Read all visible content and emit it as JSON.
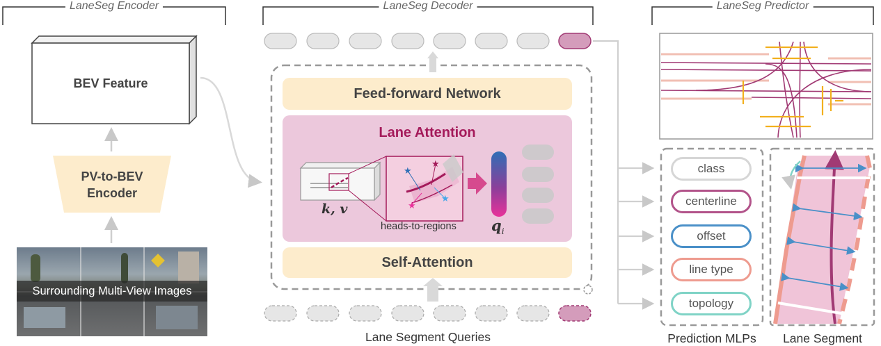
{
  "sections": {
    "encoder": "LaneSeg Encoder",
    "decoder": "LaneSeg Decoder",
    "predictor": "LaneSeg Predictor"
  },
  "encoder": {
    "bev_feature": "BEV Feature",
    "pv_to_bev": [
      "PV-to-BEV",
      "Encoder"
    ],
    "images_caption": "Surrounding Multi-View Images"
  },
  "decoder": {
    "ffn": "Feed-forward Network",
    "lane_attention": "Lane Attention",
    "self_attention": "Self-Attention",
    "kv_label": "k, v",
    "heads_to_regions": "heads-to-regions",
    "q_label": "q",
    "q_sub": "i",
    "queries_label": "Lane Segment Queries"
  },
  "predictor": {
    "heads": [
      {
        "label": "class",
        "color": "#d6d6d6"
      },
      {
        "label": "centerline",
        "color": "#b2538a"
      },
      {
        "label": "offset",
        "color": "#4a90c8"
      },
      {
        "label": "line type",
        "color": "#ee9b8f"
      },
      {
        "label": "topology",
        "color": "#7fd3c6"
      }
    ],
    "mlps_label": "Prediction MLPs",
    "segment_label": "Lane Segment"
  },
  "colors": {
    "query": "#e6e6e6",
    "query_selected": "#d49cbb",
    "ffn_bg": "#fdeccc",
    "lane_attention_bg": "#ecc8dc",
    "lane_attention_text": "#a41a5a",
    "arrow": "#d9d9d9"
  }
}
